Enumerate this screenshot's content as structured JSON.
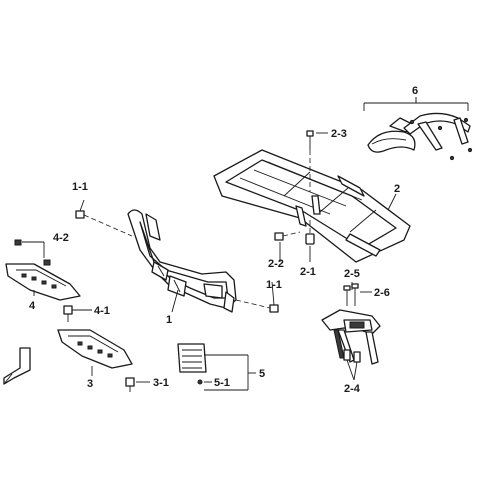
{
  "callouts": {
    "p6": "6",
    "p2_3": "2-3",
    "p2": "2",
    "p1_1_top": "1-1",
    "p4_2": "4-2",
    "p4": "4",
    "p4_1": "4-1",
    "p1": "1",
    "p1_1_bottom": "1-1",
    "p2_2": "2-2",
    "p2_1": "2-1",
    "p2_5": "2-5",
    "p2_6": "2-6",
    "p2_4": "2-4",
    "p3": "3",
    "p3_1": "3-1",
    "p5": "5",
    "p5_1": "5-1"
  }
}
